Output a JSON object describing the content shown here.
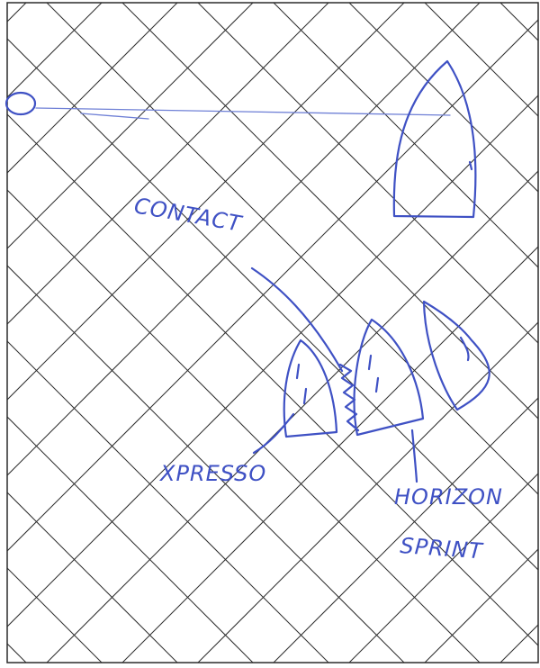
{
  "labels": {
    "contact": "CONTACT",
    "xpresso": "XPRESSO",
    "horizon": "HORIZON",
    "sprint": "SPRINT"
  },
  "colors": {
    "ink": "#3f51c4",
    "grid": "#2b2b2b",
    "paper": "#ffffff"
  },
  "icons": {
    "mark": "circle-mark-icon",
    "boat": "sailboat-hull-icon"
  }
}
